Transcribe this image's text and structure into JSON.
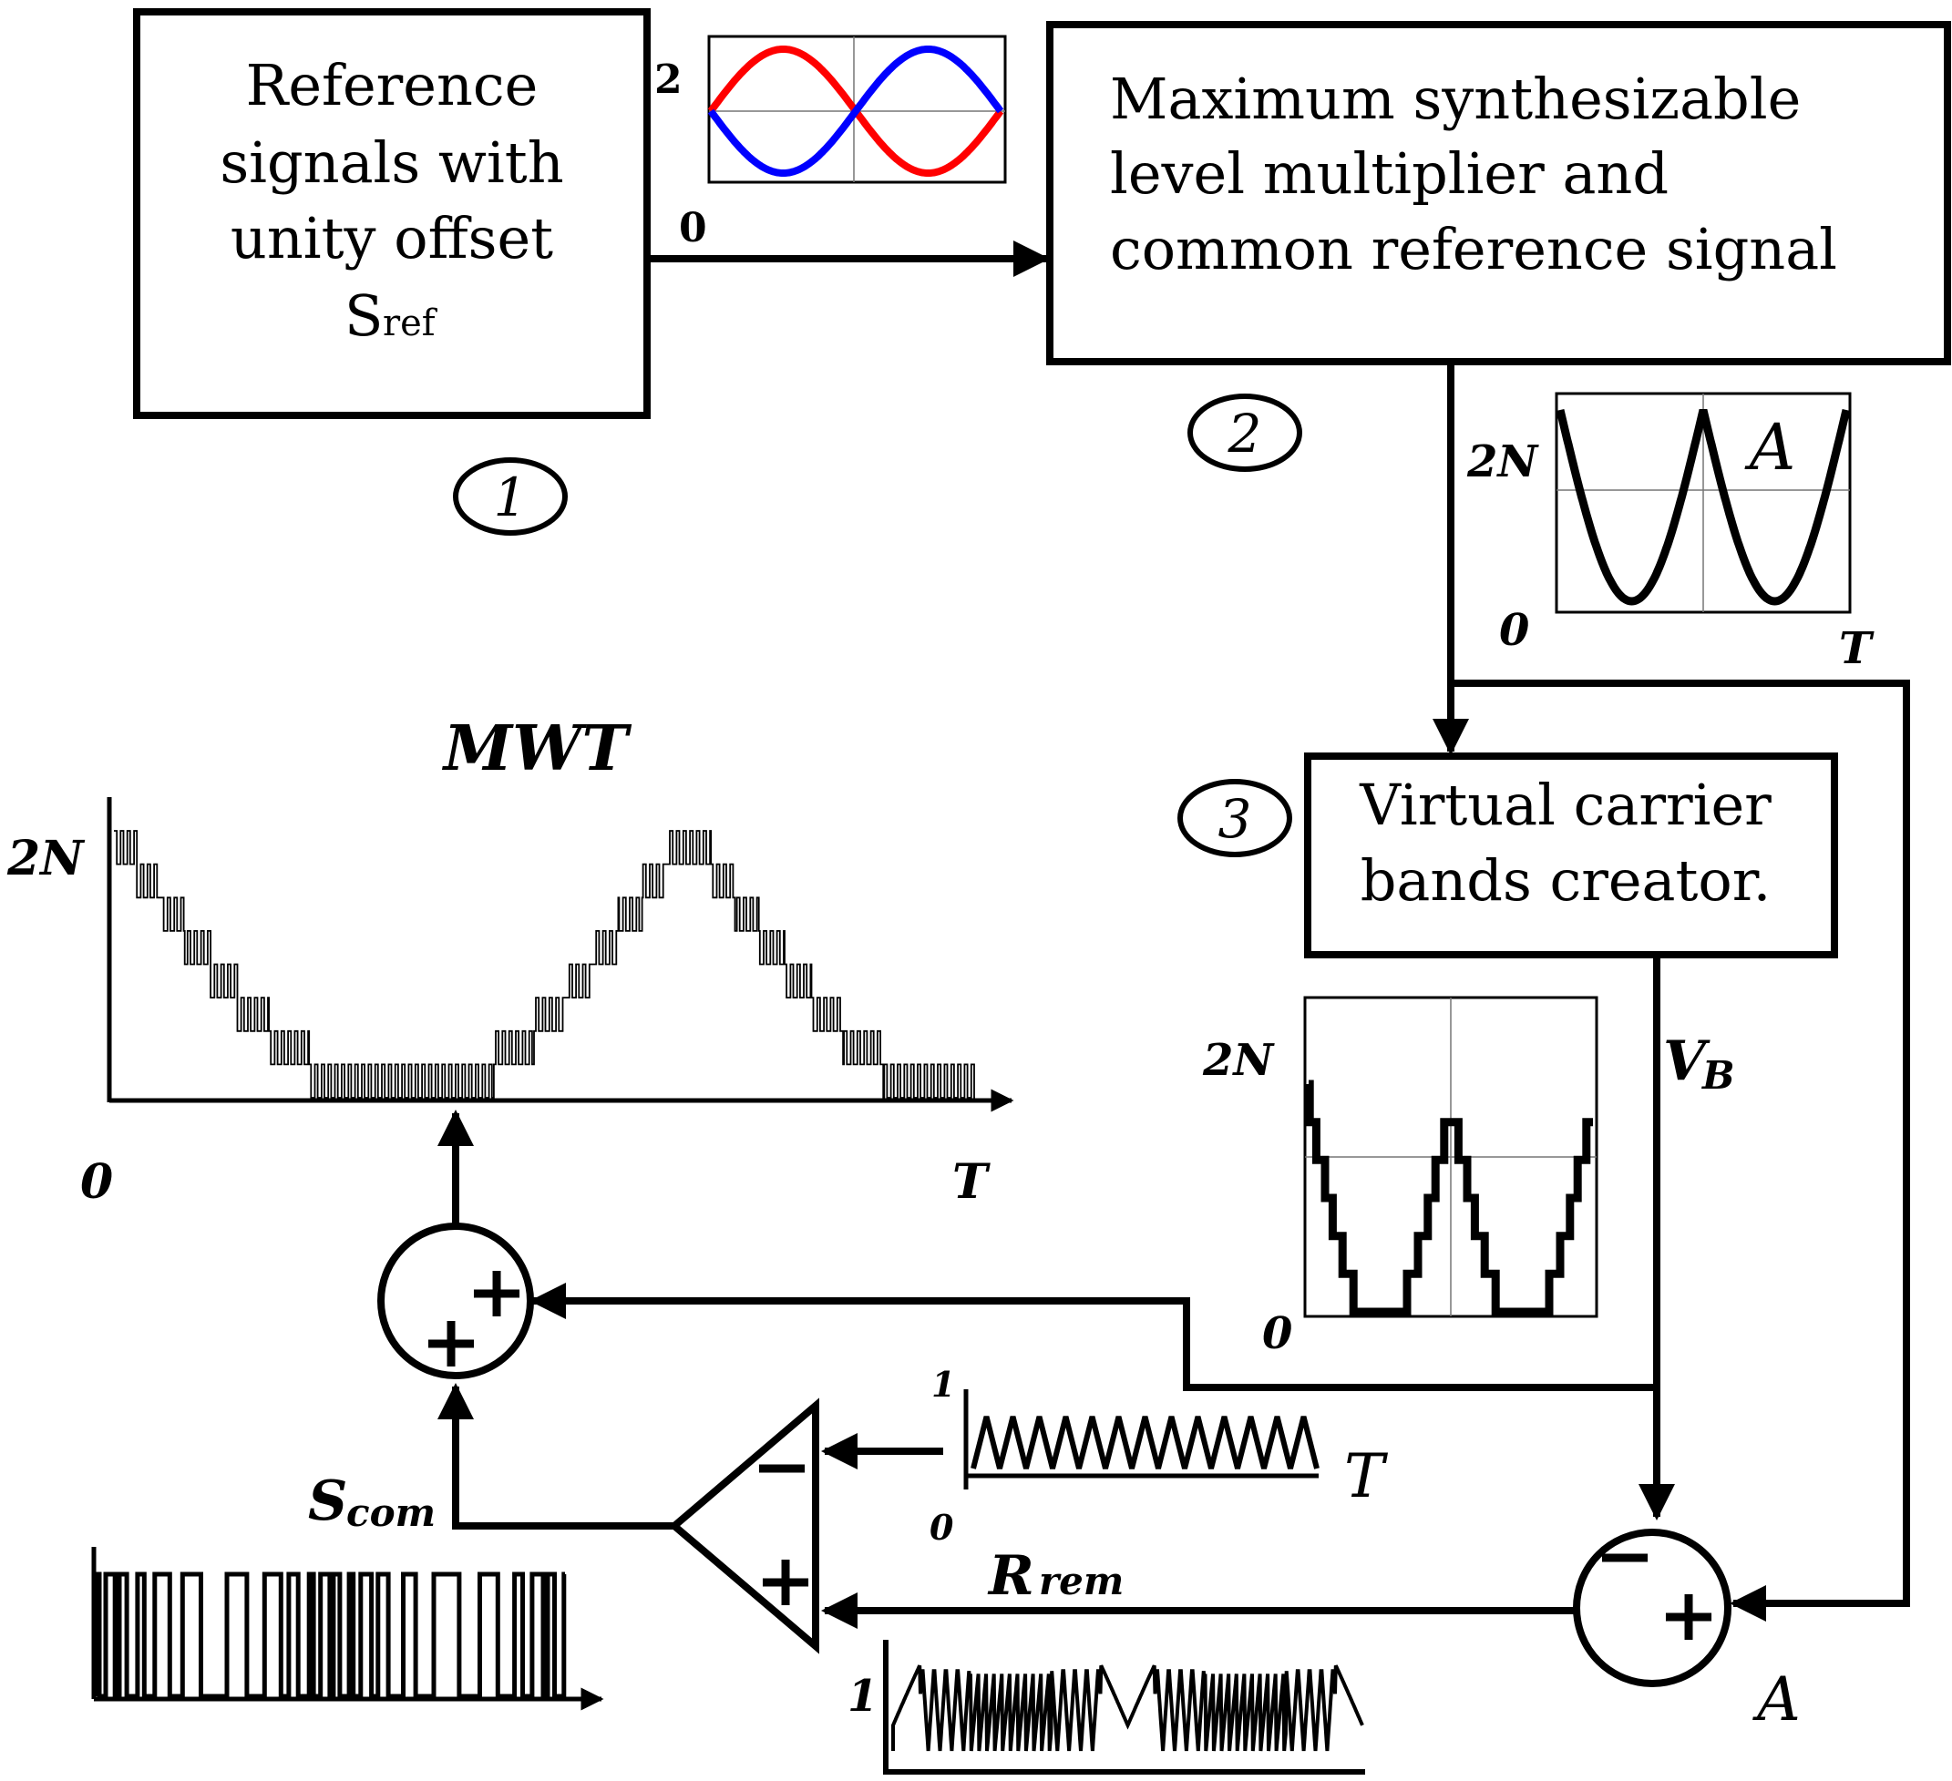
{
  "blocks": {
    "block1": {
      "lines": [
        "Reference",
        "signals with",
        "unity offset"
      ],
      "symbol": "S",
      "subscript": "ref",
      "number": "1"
    },
    "block2": {
      "lines": [
        "Maximum synthesizable",
        "level multiplier and",
        "common reference signal"
      ],
      "number": "2"
    },
    "block3": {
      "lines": [
        "Virtual carrier",
        "bands creator."
      ],
      "number": "3"
    }
  },
  "inset_ref": {
    "y_top": "2",
    "y_bottom": "0",
    "colors": {
      "phase_a": "#ff0000",
      "phase_b": "#0000ff"
    }
  },
  "inset_A": {
    "y_top": "2N",
    "y_bottom": "0",
    "x_end": "T",
    "title": "A"
  },
  "inset_VB": {
    "y_top": "2N",
    "y_bottom": "0"
  },
  "mwt": {
    "title": "MWT",
    "y_top": "2N",
    "y_bottom": "0",
    "x_end": "T"
  },
  "signals": {
    "vb": {
      "symbol": "V",
      "subscript": "B"
    },
    "rem": {
      "symbol": "R",
      "subscript": "rem"
    },
    "com": {
      "symbol": "S",
      "subscript": "com"
    },
    "A": "A"
  },
  "carrier": {
    "y_top": "1",
    "y_bottom": "0",
    "x_end": "T"
  },
  "rem_wave": {
    "y_top": "1"
  },
  "sum_signs": {
    "plus": "+",
    "minus": "−"
  }
}
